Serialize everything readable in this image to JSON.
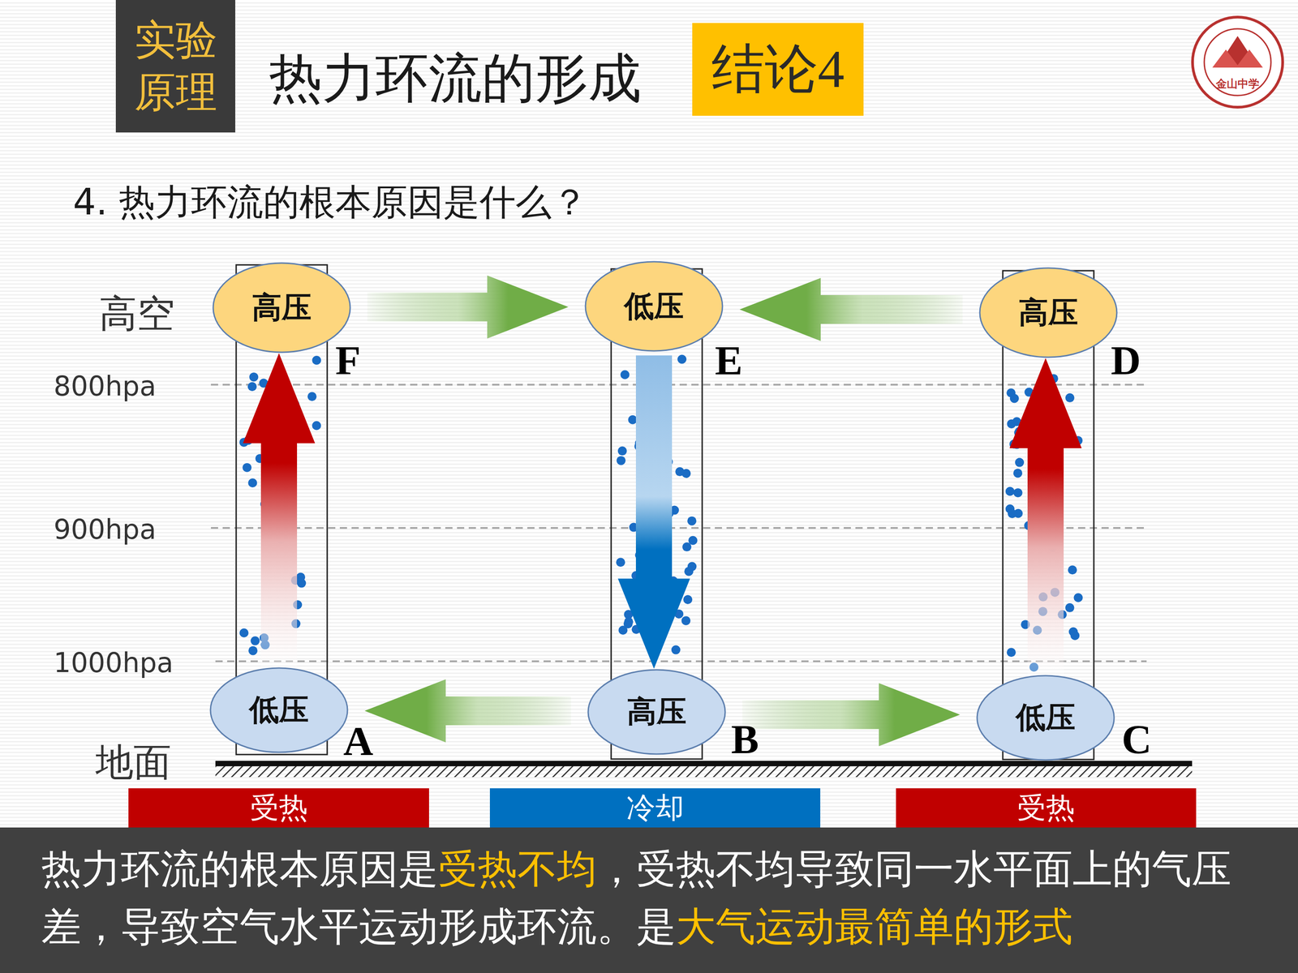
{
  "diagram": {
    "title": "热力环流的形成",
    "nodes": [
      {
        "text": [
          "实验 原理"
        ]
      },
      {
        "text": [
          "结论4"
        ]
      },
      {
        "text": [
          "高压",
          "F"
        ]
      },
      {
        "text": [
          "低压",
          "E"
        ]
      },
      {
        "text": [
          "高压",
          "D"
        ]
      },
      {
        "text": [
          "低压",
          "A"
        ]
      },
      {
        "text": [
          "高压",
          "B"
        ]
      },
      {
        "text": [
          "低压",
          "C"
        ]
      },
      {
        "text": [
          "受热"
        ]
      },
      {
        "text": [
          "冷却"
        ]
      },
      {
        "text": [
          "受热"
        ]
      }
    ],
    "edges": [
      {
        "from": 2,
        "to": 3,
        "arrow": "to"
      },
      {
        "from": 4,
        "to": 3,
        "arrow": "to"
      },
      {
        "from": 6,
        "to": 5,
        "arrow": "to"
      },
      {
        "from": 6,
        "to": 7,
        "arrow": "to"
      },
      {
        "from": 5,
        "to": 2,
        "arrow": "to"
      },
      {
        "from": 7,
        "to": 4,
        "arrow": "to"
      },
      {
        "from": 3,
        "to": 6,
        "arrow": "to"
      }
    ],
    "labels": [
      "4. 热力环流的根本原因是什么？",
      "高空",
      "800hpa",
      "900hpa",
      "1000hpa",
      "地面",
      "金山中学",
      "热力环流的根本原因是",
      "受热不均",
      "，受热不均导致同一水平面上的气压差，导致空气水平运动形成环流。是",
      "大气运动最简单的形式"
    ]
  }
}
